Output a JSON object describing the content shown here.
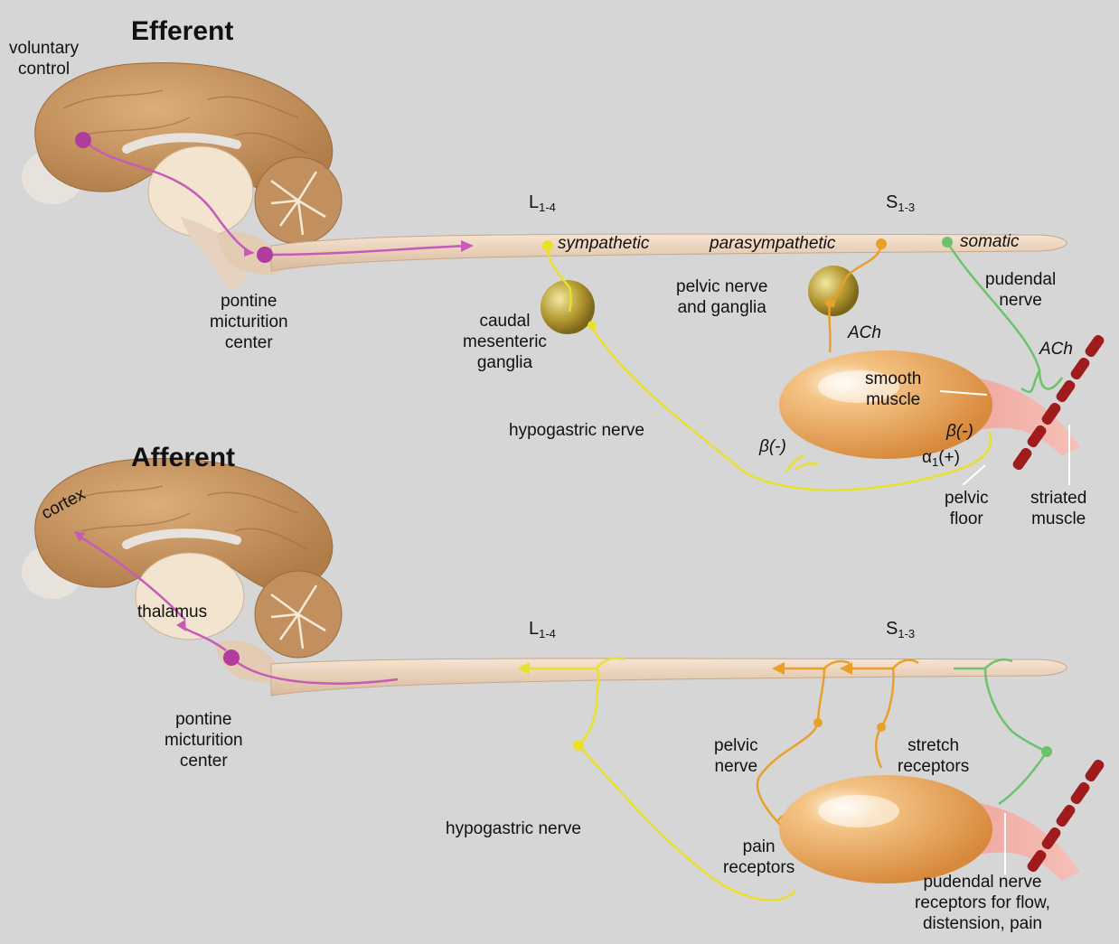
{
  "sections": {
    "efferent": "Efferent",
    "afferent": "Afferent"
  },
  "efferent": {
    "voluntary_control": [
      "voluntary",
      "control"
    ],
    "pontine_center": [
      "pontine",
      "micturition",
      "center"
    ],
    "l_level": {
      "letter": "L",
      "sub": "1-4"
    },
    "s_level": {
      "letter": "S",
      "sub": "1-3"
    },
    "sympathetic": "sympathetic",
    "parasympathetic": "parasympathetic",
    "somatic": "somatic",
    "caudal_ganglia": [
      "caudal",
      "mesenteric",
      "ganglia"
    ],
    "pelvic_ganglia": [
      "pelvic nerve",
      "and ganglia"
    ],
    "pudendal_nerve": [
      "pudendal",
      "nerve"
    ],
    "ach_pelvic": "ACh",
    "ach_pudendal": "ACh",
    "smooth_muscle": [
      "smooth",
      "muscle"
    ],
    "hypogastric_nerve": "hypogastric nerve",
    "beta_minus_left": "β(-)",
    "beta_minus_right": "β(-)",
    "alpha_plus": {
      "letter": "α",
      "sub": "1",
      "rest": "(+)"
    },
    "pelvic_floor": [
      "pelvic",
      "floor"
    ],
    "striated_muscle": [
      "striated",
      "muscle"
    ]
  },
  "afferent": {
    "cortex": "cortex",
    "thalamus": "thalamus",
    "pontine_center": [
      "pontine",
      "micturition",
      "center"
    ],
    "l_level": {
      "letter": "L",
      "sub": "1-4"
    },
    "s_level": {
      "letter": "S",
      "sub": "1-3"
    },
    "pelvic_nerve": [
      "pelvic",
      "nerve"
    ],
    "stretch_receptors": [
      "stretch",
      "receptors"
    ],
    "hypogastric_nerve": "hypogastric nerve",
    "pain_receptors": [
      "pain",
      "receptors"
    ],
    "pudendal_receptors": [
      "pudendal nerve",
      "receptors for flow,",
      "distension, pain"
    ]
  },
  "colors": {
    "background": "#d6d6d6",
    "brain": "#c8945e",
    "cord": "#ecd3bd",
    "sympathetic_yellow": "#e8e02a",
    "parasympathetic_orange": "#e8a02a",
    "somatic_green": "#6cc36c",
    "cns_magenta": "#c65bb8",
    "bladder": "#e8a04e",
    "striated_red": "#a01c1c"
  },
  "icons": [
    "brain-efferent-icon",
    "brain-afferent-icon",
    "bladder-efferent-icon",
    "bladder-afferent-icon",
    "ganglion-caudal-icon",
    "ganglion-pelvic-icon"
  ]
}
